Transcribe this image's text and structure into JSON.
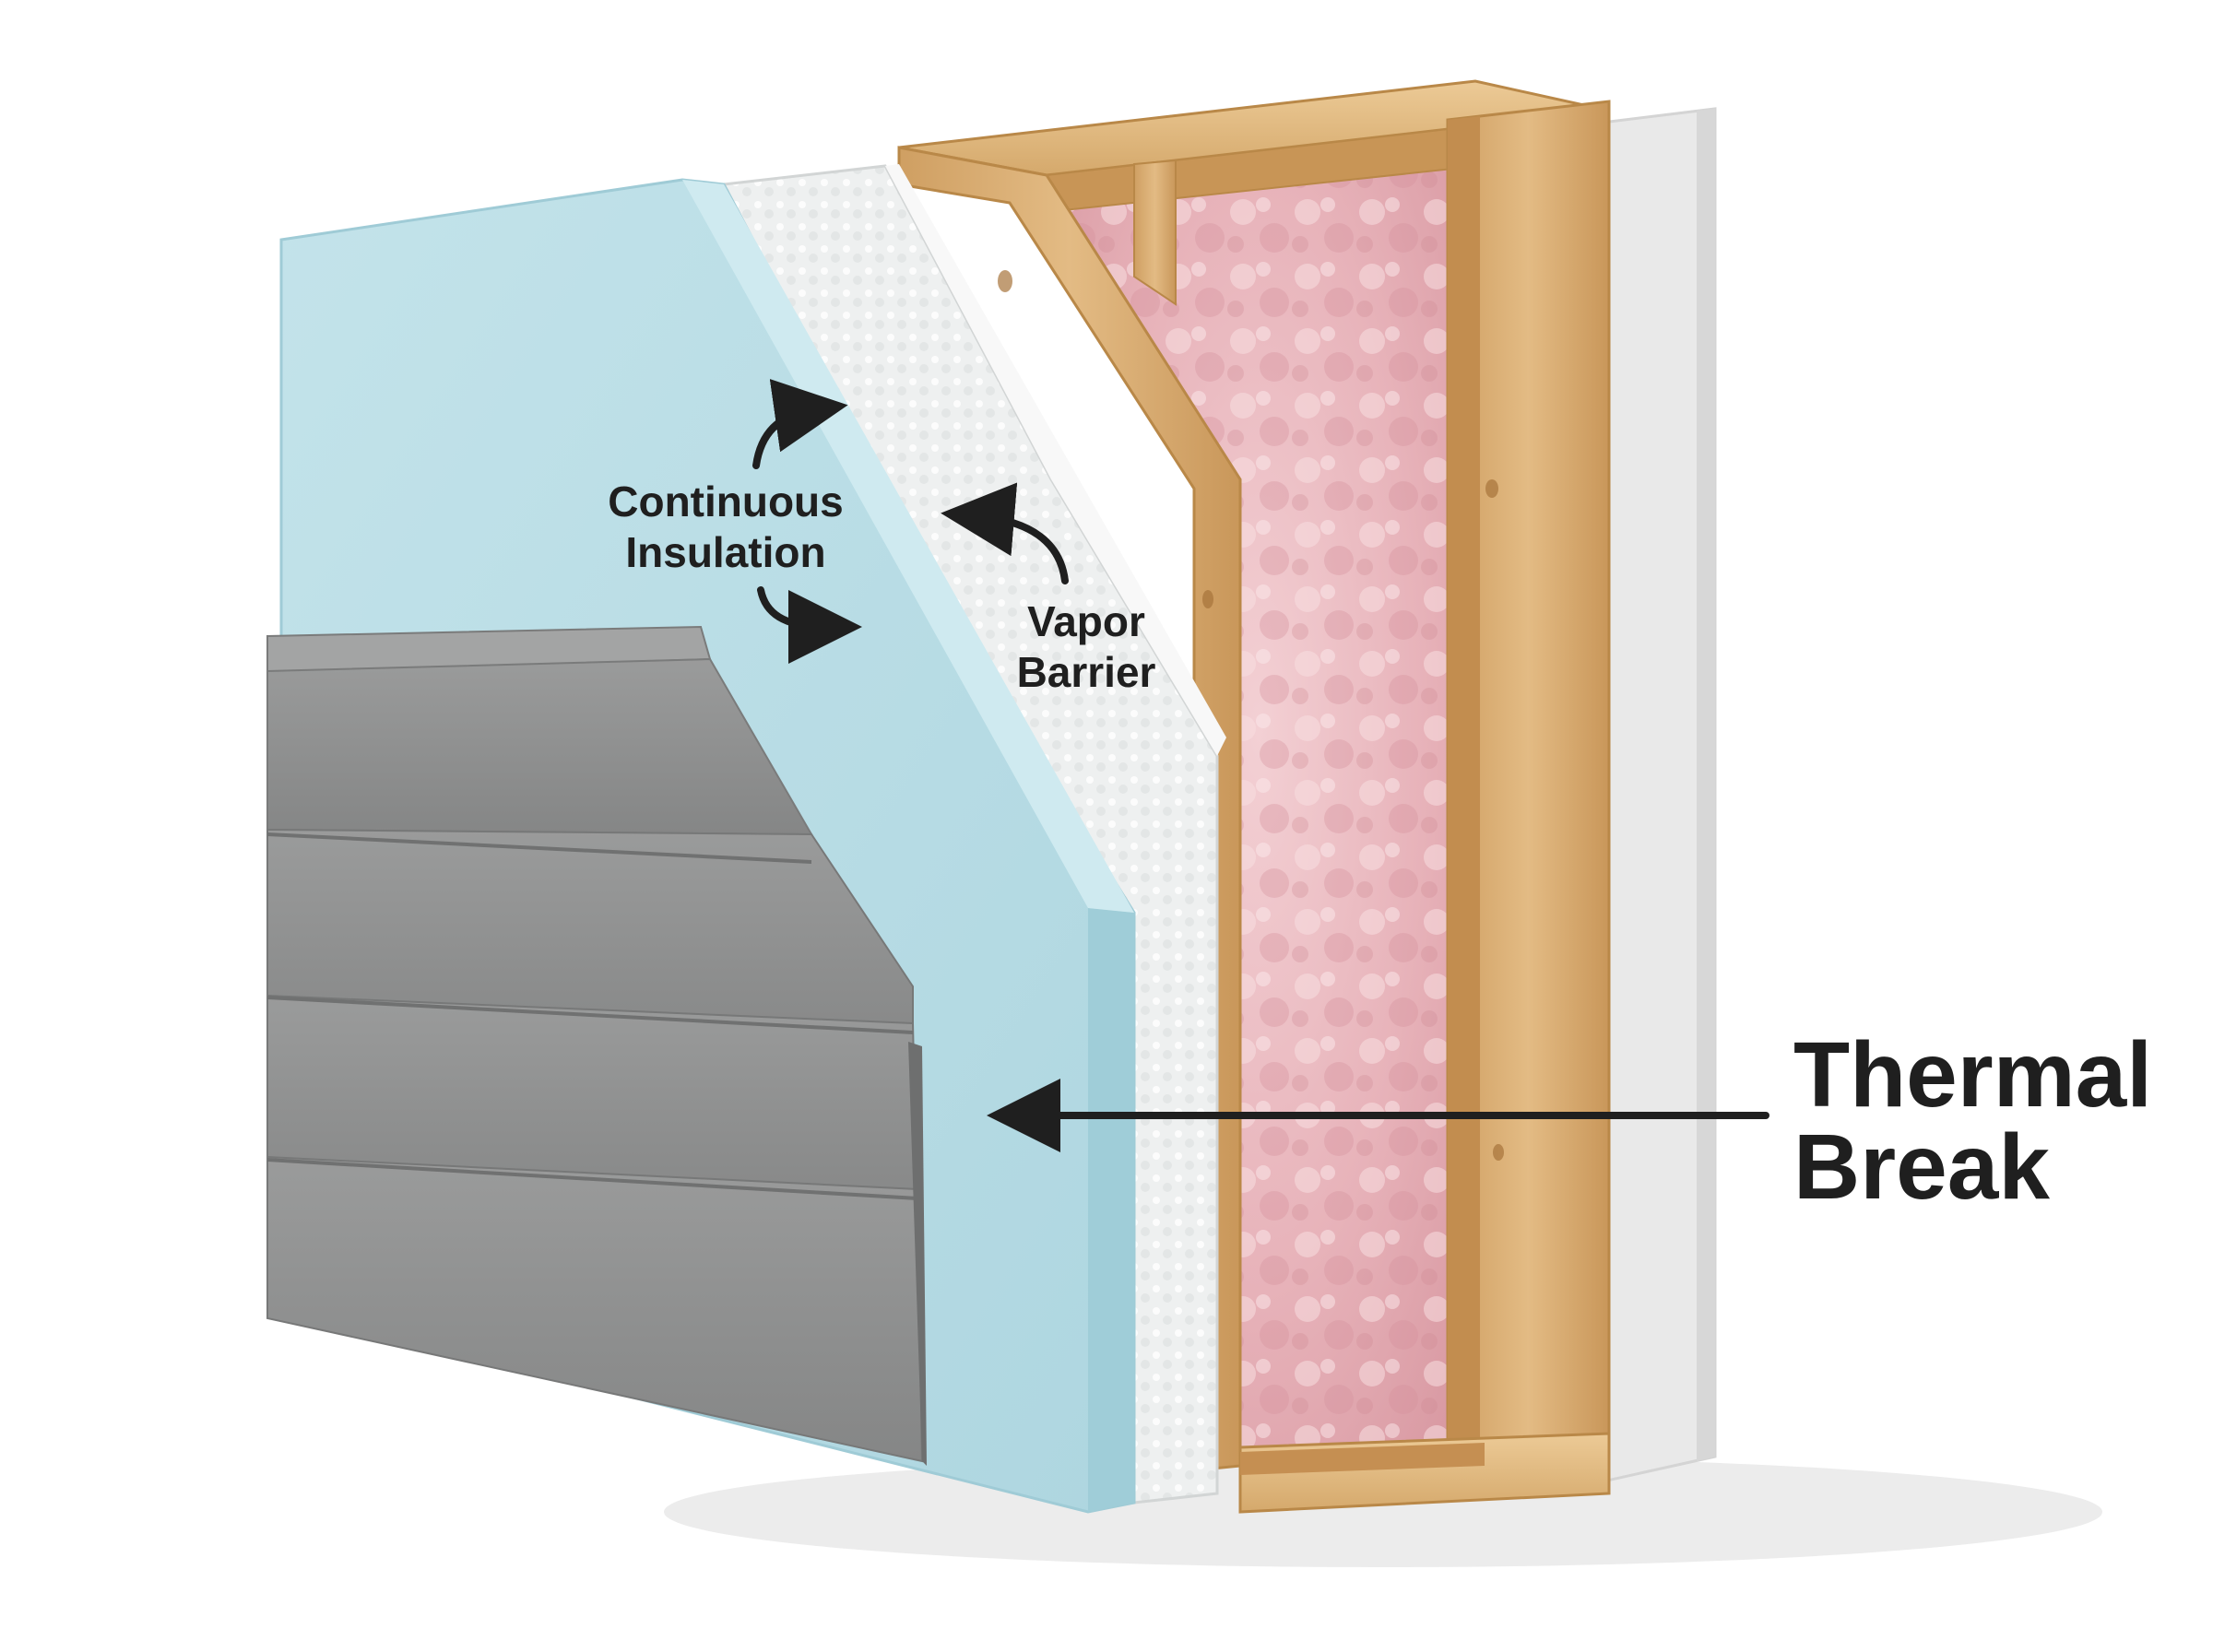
{
  "labels": {
    "continuous_insulation": {
      "line1": "Continuous",
      "line2": "Insulation"
    },
    "vapor_barrier": {
      "line1": "Vapor",
      "line2": "Barrier"
    },
    "thermal_break": {
      "line1": "Thermal",
      "line2": "Break"
    }
  },
  "layers": [
    {
      "name": "siding",
      "color": "#8f9090"
    },
    {
      "name": "foam-insulation-board",
      "color": "#b7dde6"
    },
    {
      "name": "house-wrap",
      "color": "#eceeee"
    },
    {
      "name": "wood-framing",
      "color": "#d9b077"
    },
    {
      "name": "fiberglass-batt",
      "color": "#e8b9bf"
    },
    {
      "name": "drywall",
      "color": "#e6e6e6"
    }
  ],
  "colors": {
    "label_text": "#1f1f1f",
    "arrow": "#1f1f1f"
  }
}
